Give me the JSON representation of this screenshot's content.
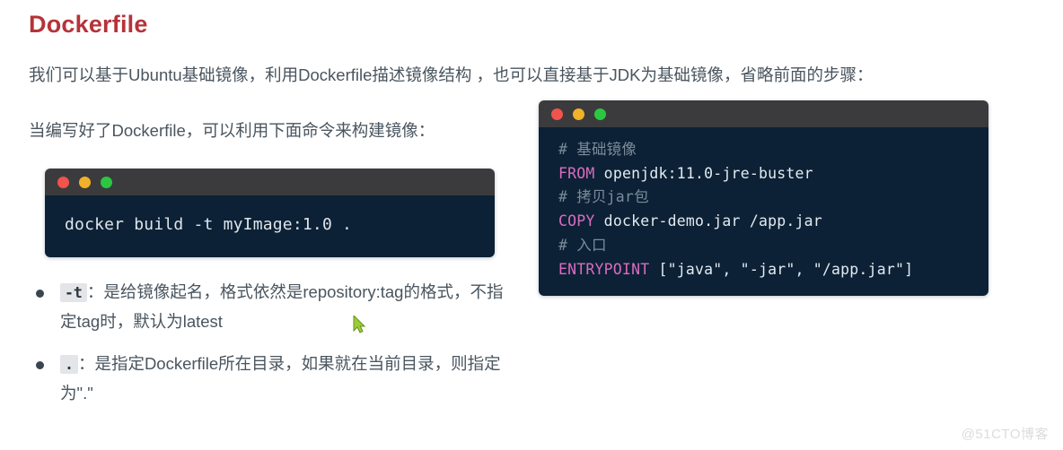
{
  "page": {
    "title": "Dockerfile",
    "title_color": "#b5333a",
    "background": "#ffffff",
    "watermark": "@51CTO博客"
  },
  "paragraphs": {
    "intro": "我们可以基于Ubuntu基础镜像，利用Dockerfile描述镜像结构 ，也可以直接基于JDK为基础镜像，省略前面的步骤：",
    "build_hint": "当编写好了Dockerfile，可以利用下面命令来构建镜像："
  },
  "code_windows": [
    {
      "name": "docker-build-command",
      "traffic_lights": [
        "close-red",
        "minimize-yellow",
        "maximize-green"
      ],
      "lines": [
        {
          "text": "docker build -t myImage:1.0 .",
          "type": "plain"
        }
      ]
    },
    {
      "name": "dockerfile-content",
      "traffic_lights": [
        "close-red",
        "minimize-yellow",
        "maximize-green"
      ],
      "lines": [
        {
          "text": "# 基础镜像",
          "type": "comment"
        },
        {
          "keyword": "FROM",
          "rest": " openjdk:11.0-jre-buster",
          "type": "directive"
        },
        {
          "text": "# 拷贝jar包",
          "type": "comment"
        },
        {
          "keyword": "COPY",
          "rest": " docker-demo.jar /app.jar",
          "type": "directive"
        },
        {
          "text": "# 入口",
          "type": "comment"
        },
        {
          "keyword": "ENTRYPOINT",
          "rest": " [\"java\", \"-jar\", \"/app.jar\"]",
          "type": "directive"
        }
      ]
    }
  ],
  "bullets": [
    {
      "code": "-t",
      "text": "：是给镜像起名，格式依然是repository:tag的格式，不指定tag时，默认为latest"
    },
    {
      "code": ".",
      "text": "：是指定Dockerfile所在目录，如果就在当前目录，则指定为\".\""
    }
  ],
  "colors": {
    "titlebar": "#3b3b3d",
    "code_bg": "#0c2135",
    "keyword": "#d96cc0",
    "comment": "#7b8b9a",
    "code_text": "#dde5ec",
    "dot_red": "#f0544c",
    "dot_yellow": "#f2b129",
    "dot_green": "#2bc740"
  }
}
